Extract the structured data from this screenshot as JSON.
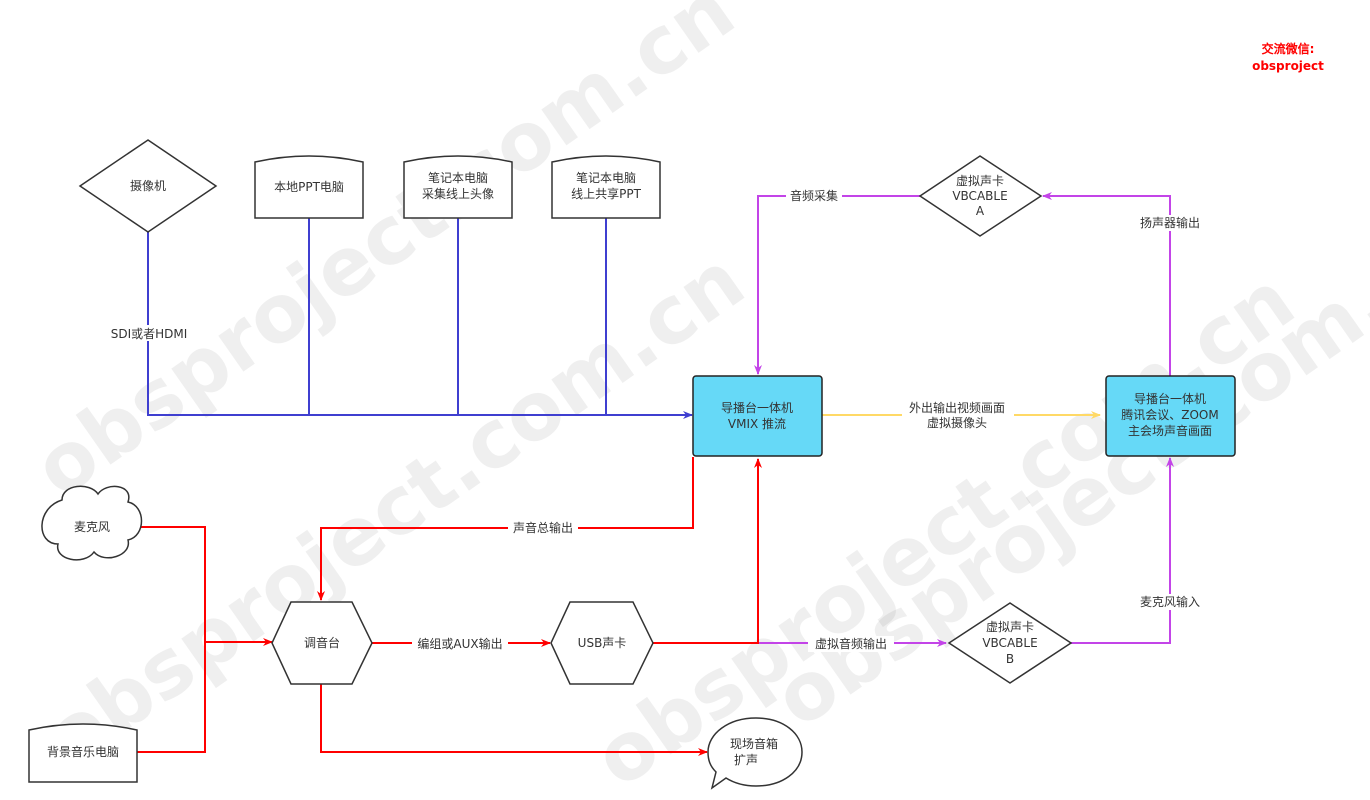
{
  "watermark": "obsproject.com.cn",
  "contact": {
    "line1": "交流微信:",
    "line2": "obsproject"
  },
  "colors": {
    "video": "#3f3fd0",
    "audio": "#ff0000",
    "virtual": "#c344e8",
    "output": "#ffd966",
    "box_fill": "#66d9f7"
  },
  "nodes": {
    "camera": "摄像机",
    "local_ppt": "本地PPT电脑",
    "laptop1": [
      "笔记本电脑",
      "采集线上头像"
    ],
    "laptop2": [
      "笔记本电脑",
      "线上共享PPT"
    ],
    "vbcable_a": [
      "虚拟声卡",
      "VBCABLE",
      "A"
    ],
    "vmix": [
      "导播台一体机",
      "VMIX 推流"
    ],
    "meeting": [
      "导播台一体机",
      "腾讯会议、ZOOM",
      "主会场声音画面"
    ],
    "mic": "麦克风",
    "mixer": "调音台",
    "usb_card": "USB声卡",
    "vbcable_b": [
      "虚拟声卡",
      "VBCABLE",
      "B"
    ],
    "bgm_pc": "背景音乐电脑",
    "speaker": [
      "现场音箱",
      "扩声"
    ]
  },
  "edges": {
    "sdi": "SDI或者HDMI",
    "audio_capture": "音频采集",
    "speaker_out": "扬声器输出",
    "ext_out": [
      "外出输出视频画面",
      "虚拟摄像头"
    ],
    "master_out": "声音总输出",
    "group_aux": "编组或AUX输出",
    "virt_audio_out": "虚拟音频输出",
    "mic_in": "麦克风输入"
  }
}
